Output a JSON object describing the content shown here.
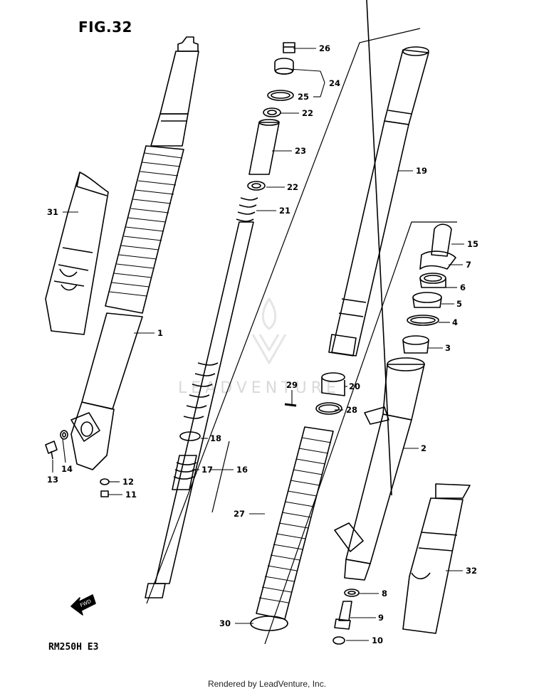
{
  "figure_title": "FIG.32",
  "model_code": "RM250H E3",
  "footer": "Rendered by LeadVenture, Inc.",
  "watermark": "LEADVENTURE",
  "fwd_label": "FWD",
  "callouts": {
    "c1": "1",
    "c2": "2",
    "c3": "3",
    "c4": "4",
    "c5": "5",
    "c6": "6",
    "c7": "7",
    "c8": "8",
    "c9": "9",
    "c10": "10",
    "c11": "11",
    "c12": "12",
    "c13": "13",
    "c14": "14",
    "c15": "15",
    "c16": "16",
    "c17": "17",
    "c18": "18",
    "c19": "19",
    "c20": "20",
    "c21": "21",
    "c22a": "22",
    "c22b": "22",
    "c23": "23",
    "c24": "24",
    "c25": "25",
    "c26": "26",
    "c27": "27",
    "c28": "28",
    "c29": "29",
    "c30": "30",
    "c31": "31",
    "c32": "32"
  }
}
